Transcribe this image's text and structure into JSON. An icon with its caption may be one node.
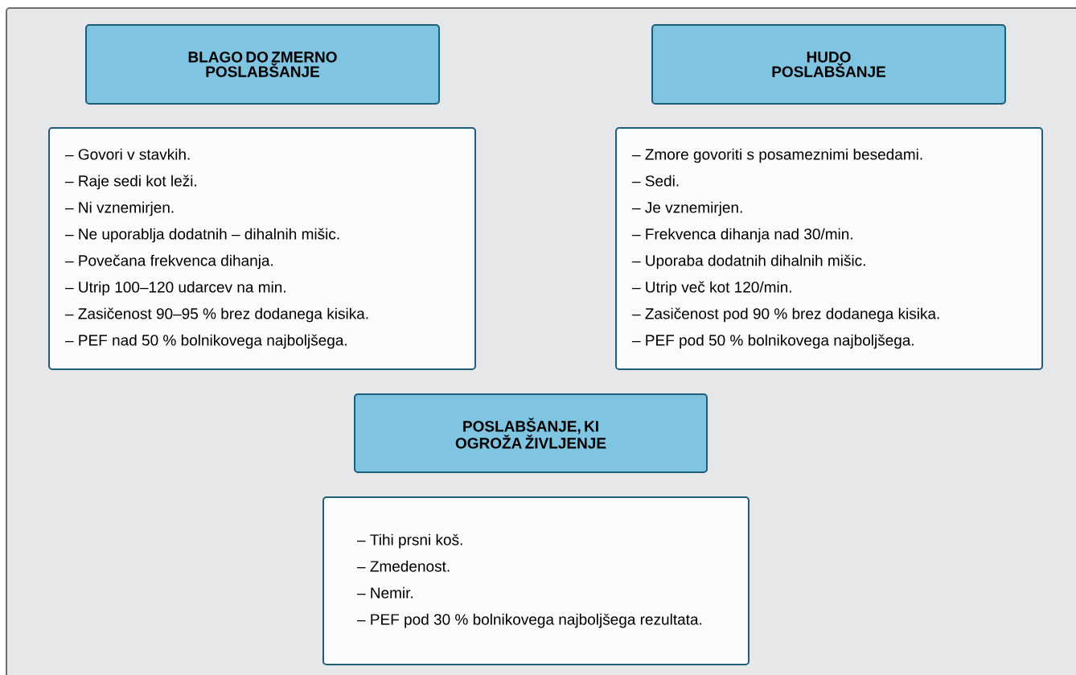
{
  "diagram": {
    "nodes": [
      {
        "text": [
          "BLAGO DO ZMERNO POSLABŠANJE"
        ]
      },
      {
        "text": [
          "– Govori v stavkih.",
          "– Raje sedi kot leži.",
          "– Ni vznemirjen.",
          "– Ne uporablja dodatnih – dihalnih mišic.",
          "– Povečana frekvenca dihanja.",
          "– Utrip 100–120 udarcev na min.",
          "– Zasičenost 90–95 % brez dodanega kisika.",
          "– PEF nad 50 % bolnikovega najboljšega."
        ]
      },
      {
        "text": [
          "HUDO POSLABŠANJE"
        ]
      },
      {
        "text": [
          "– Zmore govoriti s posameznimi besedami.",
          "– Sedi.",
          "– Je vznemirjen.",
          "– Frekvenca dihanja nad 30/min.",
          "– Uporaba dodatnih dihalnih mišic.",
          "– Utrip več kot 120/min.",
          "– Zasičenost pod 90 % brez dodanega kisika.",
          "– PEF pod 50 % bolnikovega najboljšega."
        ]
      },
      {
        "text": [
          "POSLABŠANJE, KI OGROŽA ŽIVLJENJE"
        ]
      },
      {
        "text": [
          "– Tihi prsni koš.",
          "– Zmedenost.",
          "– Nemir.",
          "– PEF pod 30 % bolnikovega najboljšega rezultata."
        ]
      }
    ]
  }
}
